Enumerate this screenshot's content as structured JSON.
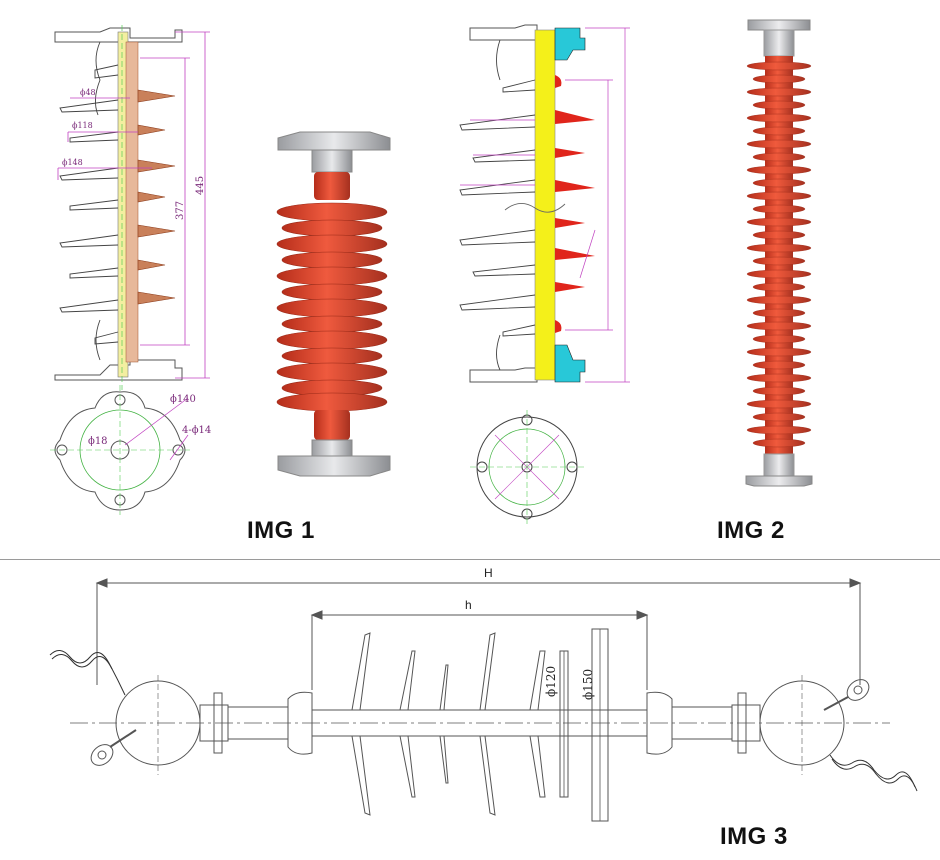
{
  "labels": {
    "img1": "IMG 1",
    "img2": "IMG 2",
    "img3": "IMG 3"
  },
  "img1_drawing": {
    "dims": [
      "ϕ48",
      "ϕ118",
      "ϕ148",
      "377",
      "445"
    ],
    "flange": {
      "outer": "ϕ140",
      "bore": "ϕ18",
      "holes": "4-ϕ14"
    }
  },
  "img3_drawing": {
    "H": "H",
    "h": "h",
    "d1": "ϕ120",
    "d2": "ϕ150"
  },
  "colors": {
    "insulator_red": "#e0442c",
    "metal": "#c9cbcf",
    "dim_line": "#c040c0",
    "core_yellow": "#f4f01a",
    "cap_cyan": "#28c8d8"
  }
}
